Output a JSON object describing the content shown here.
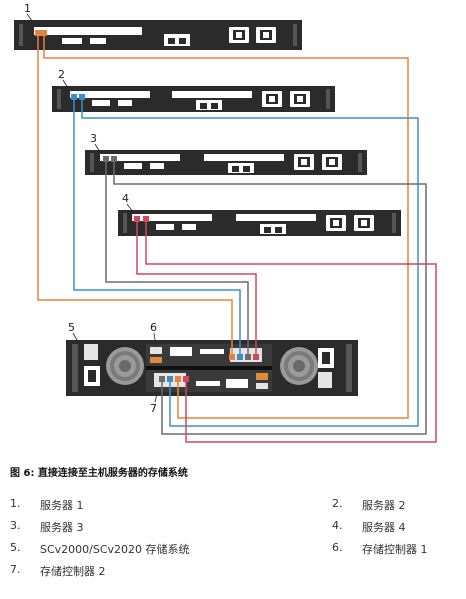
{
  "diagram": {
    "callouts": {
      "server1": "1",
      "server2": "2",
      "server3": "3",
      "server4": "4",
      "storage_system": "5",
      "controller1": "6",
      "controller2": "7"
    },
    "cable_colors": {
      "server1": "#e8823a",
      "server2": "#3a8fc9",
      "server3": "#6b6b6b",
      "server4": "#d1485b"
    },
    "chassis_color": "#2b2b2b"
  },
  "caption": "图 6: 直接连接至主机服务器的存储系统",
  "legend": [
    {
      "num": "1.",
      "text": "服务器 1"
    },
    {
      "num": "2.",
      "text": "服务器 2"
    },
    {
      "num": "3.",
      "text": "服务器 3"
    },
    {
      "num": "4.",
      "text": "服务器 4"
    },
    {
      "num": "5.",
      "text": "SCv2000/SCv2020 存储系统"
    },
    {
      "num": "6.",
      "text": "存储控制器 1"
    },
    {
      "num": "7.",
      "text": "存储控制器 2"
    }
  ]
}
